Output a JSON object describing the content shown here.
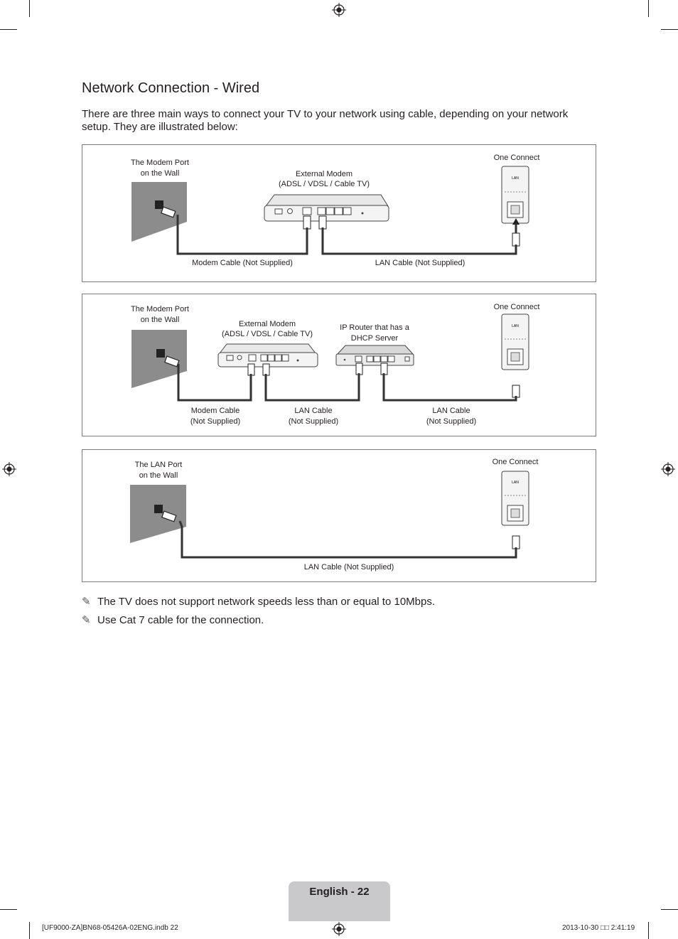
{
  "page": {
    "title": "Network Connection - Wired",
    "intro": "There are three main ways to connect your TV to your network using cable, depending on your network setup. They are illustrated below:",
    "page_number": "English - 22"
  },
  "diagrams": [
    {
      "wall_label_1": "The Modem Port",
      "wall_label_2": "on the Wall",
      "modem_label_1": "External Modem",
      "modem_label_2": "(ADSL / VDSL / Cable TV)",
      "one_connect": "One Connect",
      "lan_tag": "LAN",
      "cable1": "Modem Cable (Not Supplied)",
      "cable2": "LAN Cable (Not Supplied)"
    },
    {
      "wall_label_1": "The Modem Port",
      "wall_label_2": "on the Wall",
      "modem_label_1": "External Modem",
      "modem_label_2": "(ADSL / VDSL / Cable TV)",
      "router_label_1": "IP Router that has a",
      "router_label_2": "DHCP Server",
      "one_connect": "One Connect",
      "lan_tag": "LAN",
      "cable1_1": "Modem Cable",
      "cable1_2": "(Not Supplied)",
      "cable2_1": "LAN Cable",
      "cable2_2": "(Not Supplied)",
      "cable3_1": "LAN Cable",
      "cable3_2": "(Not Supplied)"
    },
    {
      "wall_label_1": "The LAN Port",
      "wall_label_2": "on the Wall",
      "one_connect": "One Connect",
      "lan_tag": "LAN",
      "cable1": "LAN Cable (Not Supplied)"
    }
  ],
  "notes": [
    "The TV does not support network speeds less than or equal to 10Mbps.",
    "Use Cat 7 cable for the connection."
  ],
  "note_icon": "pencil-note-icon",
  "footer": {
    "left": "[UF9000-ZA]BN68-05426A-02ENG.indb   22",
    "right": "2013-10-30   □□ 2:41:19"
  },
  "colors": {
    "text": "#231f20",
    "page_tab": "#c9c9cb",
    "border": "#7a7a7a"
  }
}
